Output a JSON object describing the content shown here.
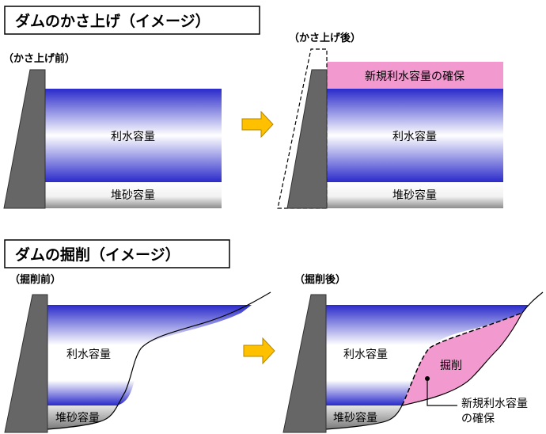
{
  "section1": {
    "title": "ダムのかさ上げ（イメージ）",
    "before_label": "（かさ上げ前）",
    "after_label": "（かさ上げ後）",
    "water_label": "利水容量",
    "sediment_label": "堆砂容量",
    "new_capacity_label": "新規利水容量の確保"
  },
  "section2": {
    "title": "ダムの掘削（イメージ）",
    "before_label": "（掘削前）",
    "after_label": "（掘削後）",
    "water_label": "利水容量",
    "sediment_label": "堆砂容量",
    "excavation_label": "掘削",
    "new_capacity_label_line1": "新規利水容量",
    "new_capacity_label_line2": "の確保"
  },
  "colors": {
    "water_dark": "#2a2acb",
    "water_light": "#ffffff",
    "pink": "#f29ad0",
    "dam": "#666666",
    "arrow": "#ffc000"
  },
  "icons": {
    "arrow": "right-arrow-icon"
  }
}
